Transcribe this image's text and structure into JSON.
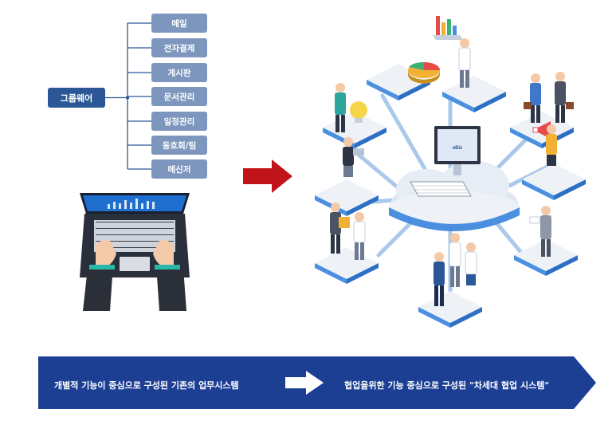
{
  "tree": {
    "root": "그룹웨어",
    "children": [
      "메일",
      "전자결제",
      "게시판",
      "문서관리",
      "일정관리",
      "동호회/팀",
      "메신저"
    ]
  },
  "banner": {
    "left_text": "개별적 기능이 중심으로 구성된 기존의 업무시스템",
    "right_text": "협업을위한 기능 중심으로 구성된 \"차세대 협업 시스템\""
  },
  "monitor": {
    "brand_text": "eBiz"
  },
  "colors": {
    "root_box": "#2b5797",
    "child_box": "#7d96bd",
    "banner": "#1c3f94",
    "red_arrow": "#c0141a",
    "connector": "#aac8ea",
    "tile_top": "#eef2f7",
    "tile_side": "#4a8fe0"
  },
  "icons": [
    "laptop-icon",
    "red-arrow-icon",
    "white-arrow-icon",
    "cloud-icon",
    "monitor-icon",
    "keyboard-icon",
    "bar-chart-icon",
    "pie-chart-icon",
    "lightbulb-icon",
    "megaphone-icon",
    "person-icon"
  ]
}
